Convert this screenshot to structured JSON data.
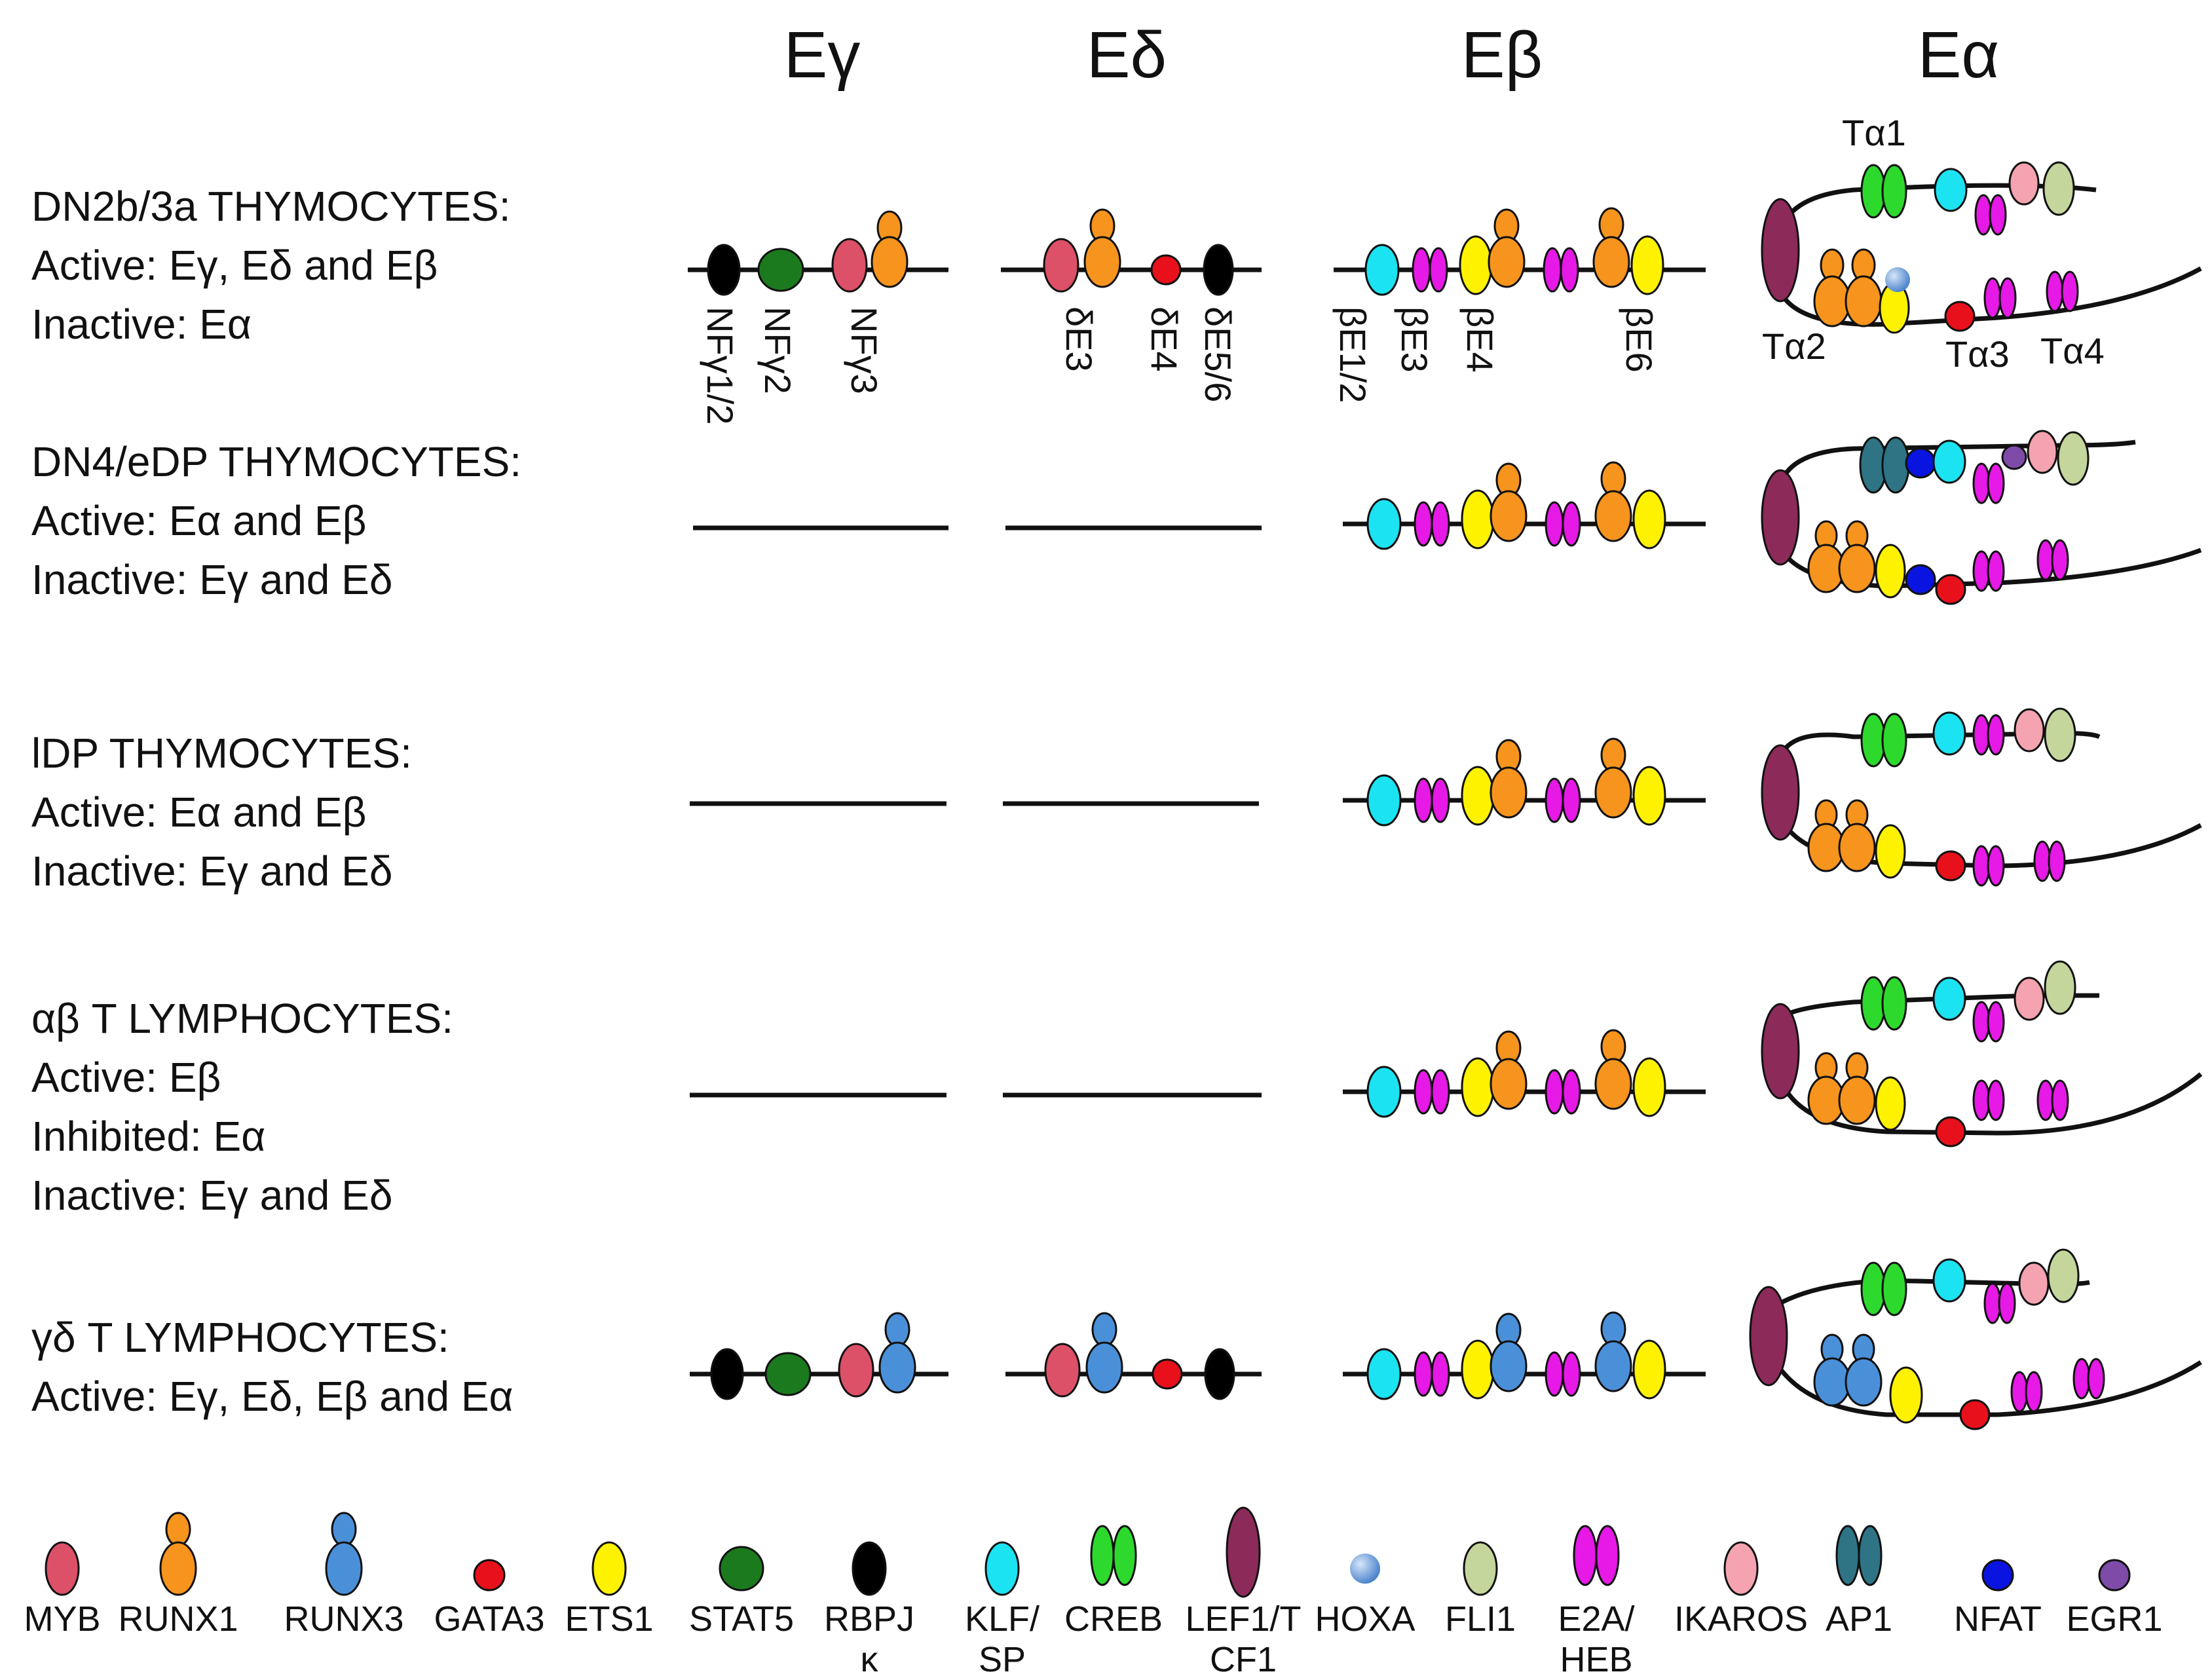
{
  "enhancers": [
    "Eγ",
    "Eδ",
    "Eβ",
    "Eα"
  ],
  "rows": [
    {
      "lines": [
        "DN2b/3a THYMOCYTES:",
        "Active: Eγ, Eδ and Eβ",
        "Inactive: Eα"
      ]
    },
    {
      "lines": [
        "DN4/eDP THYMOCYTES:",
        "Active: Eα and Eβ",
        "Inactive: Eγ and Eδ"
      ]
    },
    {
      "lines": [
        "lDP THYMOCYTES:",
        "Active: Eα and Eβ",
        "Inactive: Eγ and Eδ"
      ]
    },
    {
      "lines": [
        "αβ T LYMPHOCYTES:",
        "Active: Eβ",
        "Inhibited: Eα",
        "Inactive: Eγ and Eδ"
      ]
    },
    {
      "lines": [
        "γδ T LYMPHOCYTES:",
        "Active: Eγ, Eδ, Eβ and Eα"
      ]
    }
  ],
  "site_labels": {
    "gamma": [
      "NFγ1/2",
      "NFγ2",
      "NFγ3"
    ],
    "delta": [
      "δE3",
      "δE4",
      "δE5/6"
    ],
    "beta": [
      "βE1/2",
      "βE3",
      "βE4",
      "βE6"
    ],
    "alpha": [
      "Tα1",
      "Tα2",
      "Tα3",
      "Tα4"
    ]
  },
  "legend": [
    {
      "label": "MYB",
      "shape": "ellipse",
      "color": "#DC5068"
    },
    {
      "label": "RUNX1",
      "shape": "runx",
      "color": "#F7941D"
    },
    {
      "label": "RUNX3",
      "shape": "runx",
      "color": "#4A90D9"
    },
    {
      "label": "GATA3",
      "shape": "dot",
      "color": "#E8111B"
    },
    {
      "label": "ETS1",
      "shape": "ellipse",
      "color": "#FFF200"
    },
    {
      "label": "STAT5",
      "shape": "circle",
      "color": "#1C7A1E"
    },
    {
      "label": "RBPJ κ",
      "shape": "ellipse",
      "color": "#000000"
    },
    {
      "label": "KLF/ SP",
      "shape": "ellipse",
      "color": "#1CE3F2"
    },
    {
      "label": "CREB",
      "shape": "pair",
      "color": "#2ED92E"
    },
    {
      "label": "LEF1/T CF1",
      "shape": "tall",
      "color": "#8C2A5A"
    },
    {
      "label": "HOXA",
      "shape": "ball",
      "color": "#7AA8E0"
    },
    {
      "label": "FLI1",
      "shape": "ellipse",
      "color": "#C4D69C"
    },
    {
      "label": "E2A/ HEB",
      "shape": "pair",
      "color": "#E619E6"
    },
    {
      "label": "IKAROS",
      "shape": "ellipse",
      "color": "#F5A3B0"
    },
    {
      "label": "AP1",
      "shape": "pair",
      "color": "#2E7485"
    },
    {
      "label": "NFAT",
      "shape": "dot",
      "color": "#0A14E0"
    },
    {
      "label": "EGR1",
      "shape": "dot",
      "color": "#7E4BA8"
    }
  ]
}
